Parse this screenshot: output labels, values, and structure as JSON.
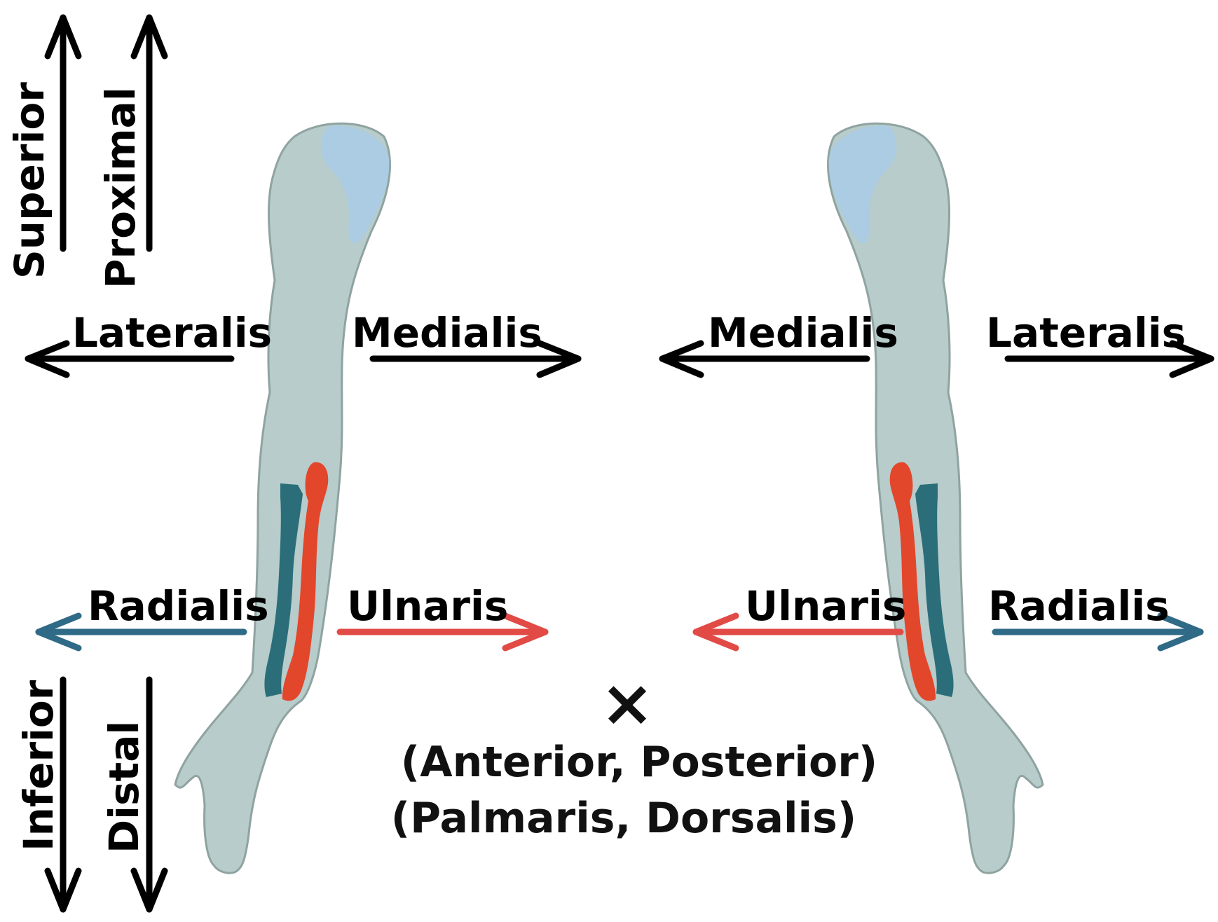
{
  "labels": {
    "superior": "Superior",
    "proximal": "Proximal",
    "inferior": "Inferior",
    "distal": "Distal",
    "left_lateralis": "Lateralis",
    "left_medialis": "Medialis",
    "right_medialis": "Medialis",
    "right_lateralis": "Lateralis",
    "left_radialis": "Radialis",
    "left_ulnaris": "Ulnaris",
    "right_ulnaris": "Ulnaris",
    "right_radialis": "Radialis",
    "cross_mark": "×",
    "caption_line1": "(Anterior, Posterior)",
    "caption_line2": "(Palmaris, Dorsalis)"
  },
  "colors": {
    "axis_arrow": "#000000",
    "radial_arrow": "#2f6a86",
    "ulnar_arrow": "#e14a45",
    "arm_skin": "#b7cccb",
    "arm_outline": "#8fa3a0",
    "radius_bone": "#e2462b",
    "ulna_bone": "#2b6e7a",
    "shoulder_highlight": "#a9cbe6"
  }
}
